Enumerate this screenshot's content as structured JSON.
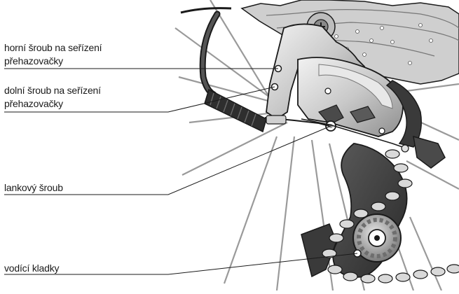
{
  "labels": {
    "upper_screw": [
      "horní šroub na seřízení",
      "přehazovačky"
    ],
    "lower_screw": [
      "dolní šroub na seřízení",
      "přehazovačky"
    ],
    "cable_screw": "lankový šroub",
    "guide_pulleys": "vodící kladky"
  },
  "colors": {
    "background": "#ffffff",
    "metal_light": "#d6d6d6",
    "metal_mid": "#a8a8a8",
    "metal_dark": "#6e6e6e",
    "rubber": "#2e2e2e",
    "outline": "#1a1a1a"
  }
}
